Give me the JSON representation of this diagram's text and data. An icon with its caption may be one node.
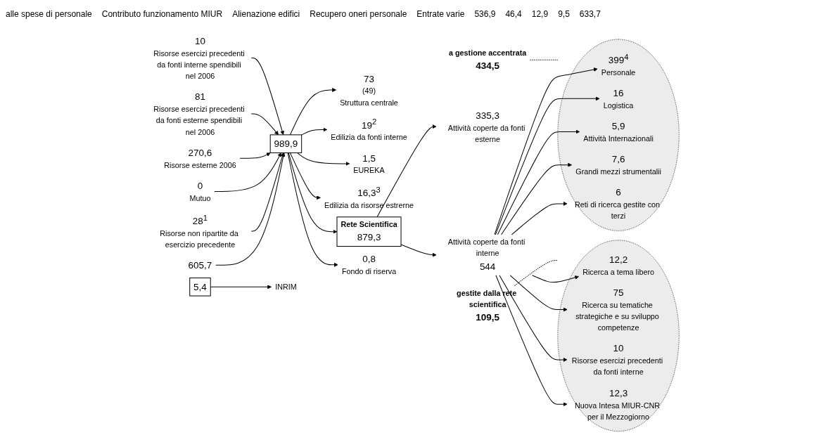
{
  "diagram": {
    "nodes": [
      {
        "text": [
          "5,4"
        ]
      },
      {
        "text": [
          "989,9"
        ]
      },
      {
        "text": [
          "605,7"
        ]
      },
      {
        "text": [
          "28$^{1}$",
          "Risorse non ripartite da esercizio precedente"
        ]
      },
      {
        "text": [
          "0",
          "Mutuo"
        ]
      },
      {
        "text": [
          "270,6",
          "Risorse esterne 2006"
        ]
      },
      {
        "text": [
          "81",
          "Risorse esercizi precedenti da fonti esterne spendibili nel 2006"
        ]
      },
      {
        "text": [
          "10",
          "Risorse esercizi precedenti da fonti interne spendibili nel 2006"
        ]
      },
      {
        "text": [
          "INRIM"
        ]
      },
      {
        "text": [
          "73",
          "(49)",
          "Struttura centrale"
        ]
      },
      {
        "text": [
          "19$^{2}$",
          "Edilizia da fonti interne"
        ]
      },
      {
        "text": [
          "1,5",
          "EUREKA"
        ]
      },
      {
        "text": [
          "16,3$^{3}$",
          "Edilizia da risorse estrerne"
        ]
      },
      {
        "text": [
          "Rete Scientifica",
          "879,3"
        ]
      },
      {
        "text": [
          "0,8",
          "Fondo di riserva"
        ]
      },
      {
        "text": [
          "Attività coperte da fonti interne",
          "544"
        ]
      },
      {
        "text": [
          "335,3",
          "Attività coperte da fonti esterne"
        ]
      },
      {
        "text": [],
        "shape": "ellipse"
      },
      {
        "text": [
          "a gestione accentrata",
          "434,5"
        ]
      },
      {
        "text": [
          "399$^{4}$",
          "Personale"
        ],
        "in": 17
      },
      {
        "text": [
          "16",
          "Logistica"
        ],
        "in": 17
      },
      {
        "text": [
          "5,9",
          "Attività Internazionali"
        ],
        "in": 17
      },
      {
        "text": [
          "7,6",
          "Grandi mezzi strumentalii"
        ],
        "in": 17
      },
      {
        "text": [
          "6",
          "Reti di ricerca gestite con terzi"
        ],
        "in": 17
      },
      {
        "text": [],
        "shape": "ellipse"
      },
      {
        "text": [
          "gestite dalla rete scientifica",
          "109,5"
        ]
      },
      {
        "text": [
          "12,2",
          "Ricerca a tema libero"
        ],
        "in": 24
      },
      {
        "text": [
          "75",
          "Ricerca su tematiche strategiche e su sviluppo competenze"
        ],
        "in": 24
      },
      {
        "text": [
          "10",
          "Risorse esercizi precedenti da fonti interne"
        ],
        "in": 24
      },
      {
        "text": [
          "12,3",
          "Nuova Intesa MIUR-CNR per il Mezzogiorno"
        ],
        "in": 24
      }
    ],
    "edges": [
      {
        "from": 2,
        "to": 1,
        "arrow": "to"
      },
      {
        "from": 3,
        "to": 1,
        "arrow": "to"
      },
      {
        "from": 4,
        "to": 1,
        "arrow": "to"
      },
      {
        "from": 5,
        "to": 1,
        "arrow": "to"
      },
      {
        "from": 6,
        "to": 1,
        "arrow": "to"
      },
      {
        "from": 7,
        "to": 1,
        "arrow": "to"
      },
      {
        "from": 0,
        "to": 8,
        "arrow": "to"
      },
      {
        "from": 1,
        "to": 9,
        "arrow": "to"
      },
      {
        "from": 1,
        "to": 10,
        "arrow": "to"
      },
      {
        "from": 1,
        "to": 11,
        "arrow": "to"
      },
      {
        "from": 1,
        "to": 12,
        "arrow": "to"
      },
      {
        "from": 1,
        "to": 13,
        "arrow": "to"
      },
      {
        "from": 1,
        "to": 14,
        "arrow": "to"
      },
      {
        "from": 13,
        "to": 15,
        "arrow": "to"
      },
      {
        "from": 13,
        "to": 16,
        "arrow": "to"
      },
      {
        "from": 15,
        "to": 19,
        "arrow": "to"
      },
      {
        "from": 15,
        "to": 20,
        "arrow": "to"
      },
      {
        "from": 15,
        "to": 21,
        "arrow": "to"
      },
      {
        "from": 15,
        "to": 22,
        "arrow": "to"
      },
      {
        "from": 15,
        "to": 23,
        "arrow": "to"
      },
      {
        "from": 15,
        "to": 26,
        "arrow": "to"
      },
      {
        "from": 15,
        "to": 27,
        "arrow": "to"
      },
      {
        "from": 15,
        "to": 28,
        "arrow": "to"
      },
      {
        "from": 15,
        "to": 29,
        "arrow": "to"
      },
      {
        "from": 18,
        "to": 17,
        "arrow": "none",
        "style": "dashed"
      },
      {
        "from": 25,
        "to": 24,
        "arrow": "none",
        "style": "dashed"
      }
    ],
    "labels": [
      "alle spese di personale",
      "Contributo funzionamento MIUR",
      "Alienazione edifici",
      "Recupero oneri personale",
      "Entrate varie",
      "536,9",
      "46,4",
      "12,9",
      "9,5",
      "633,7"
    ]
  }
}
